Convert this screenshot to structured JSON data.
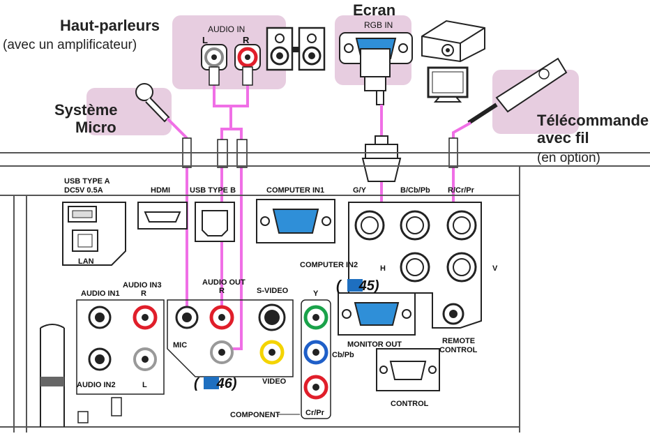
{
  "devices": {
    "speakers_title": "Haut-parleurs",
    "speakers_sub": "(avec un amplificateur)",
    "audio_in": "AUDIO IN",
    "audio_l": "L",
    "audio_r": "R",
    "screen_title": "Ecran",
    "rgb_in": "RGB IN",
    "mic_title_1": "Système",
    "mic_title_2": "Micro",
    "remote_title_1": "Télécommande",
    "remote_title_2": "avec fil",
    "remote_sub": "(en option)"
  },
  "panel": {
    "usb_a_1": "USB TYPE A",
    "usb_a_2": "DC5V 0.5A",
    "hdmi": "HDMI",
    "usb_b": "USB TYPE B",
    "computer_in1": "COMPUTER IN1",
    "gy": "G/Y",
    "bcbpb": "B/Cb/Pb",
    "rcrpr": "R/Cr/Pr",
    "lan": "LAN",
    "computer_in2": "COMPUTER IN2",
    "h": "H",
    "v": "V",
    "audio_in1": "AUDIO IN1",
    "audio_in3": "AUDIO IN3",
    "in3_r": "R",
    "audio_out": "AUDIO OUT",
    "out_r": "R",
    "svideo": "S-VIDEO",
    "y": "Y",
    "ref45_open": "(",
    "ref45": "45",
    "ref45_close": ")",
    "mic": "MIC",
    "monitor_out": "MONITOR OUT",
    "remote_control_1": "REMOTE",
    "remote_control_2": "CONTROL",
    "cbpb": "Cb/Pb",
    "audio_in2": "AUDIO IN2",
    "in2_l": "L",
    "ref46_open": "(",
    "ref46": "46",
    "ref46_close": ")",
    "video": "VIDEO",
    "control": "CONTROL",
    "component": "COMPONENT",
    "crpr": "Cr/Pr"
  },
  "colors": {
    "highlight": "#e7cde0",
    "cable": "#f06fe6",
    "connector_blue": "#2f8fd8",
    "red": "#e01e2a",
    "green": "#1aa24a",
    "blue": "#1f5fc8",
    "yellow": "#f4d400"
  }
}
